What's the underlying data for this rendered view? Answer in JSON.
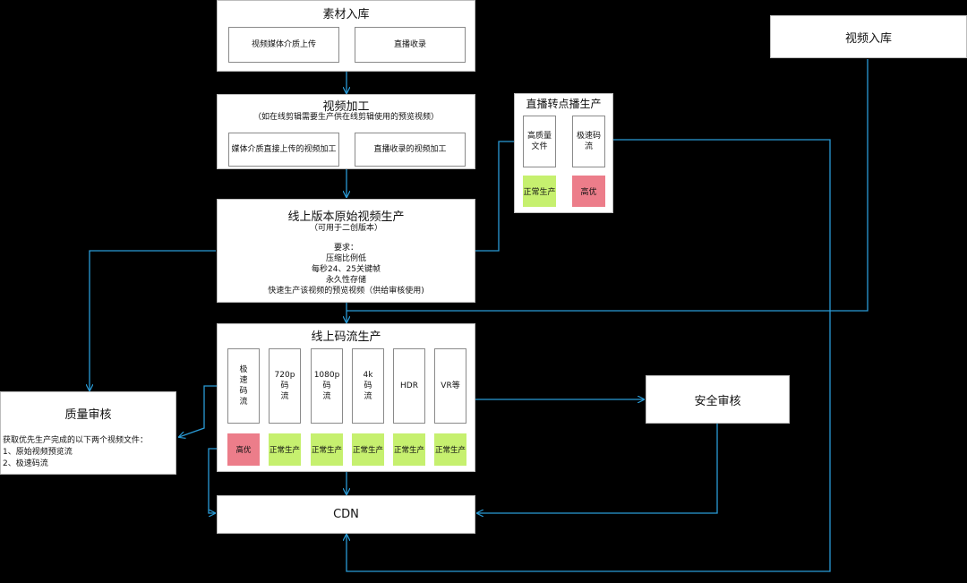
{
  "ingest": {
    "title": "素材入库",
    "media_upload": "视频媒体介质上传",
    "live_record": "直播收录"
  },
  "process": {
    "title": "视频加工",
    "note": "（如在线剪辑需要生产供在线剪辑使用的预览视频）",
    "media_process": "媒体介质直接上传的视频加工",
    "live_process": "直播收录的视频加工"
  },
  "original": {
    "title": "线上版本原始视频生产",
    "note": "（可用于二创版本）",
    "req_title": "要求：",
    "req_1": "压缩比例低",
    "req_2": "每秒24、25关键帧",
    "req_3": "永久性存储",
    "req_4": "快速生产该视频的预览视频（供给审核使用)"
  },
  "live_vod": {
    "title": "直播转点播生产",
    "hq_file": "高质量\n文件",
    "fast_stream": "极速码流",
    "tag_normal": "正常生产",
    "tag_high": "高优"
  },
  "video_ingest": {
    "title": "视频入库"
  },
  "streams": {
    "title": "线上码流生产",
    "items": [
      {
        "label": "极\n速\n码\n流",
        "tag": "高优"
      },
      {
        "label": "720p\n码\n流",
        "tag": "正常生产"
      },
      {
        "label": "1080p\n码\n流",
        "tag": "正常生产"
      },
      {
        "label": "4k\n码\n流",
        "tag": "正常生产"
      },
      {
        "label": "HDR",
        "tag": "正常生产"
      },
      {
        "label": "VR等",
        "tag": "正常生产"
      }
    ]
  },
  "quality": {
    "title": "质量审核",
    "desc_1": "获取优先生产完成的以下两个视频文件：",
    "desc_2": "1、原始视频预览流",
    "desc_3": "2、极速码流"
  },
  "security": {
    "title": "安全审核"
  },
  "cdn": {
    "title": "CDN"
  },
  "colors": {
    "line": "#2a9bd6",
    "green": "#c6f06f",
    "red": "#ec7d8a"
  }
}
